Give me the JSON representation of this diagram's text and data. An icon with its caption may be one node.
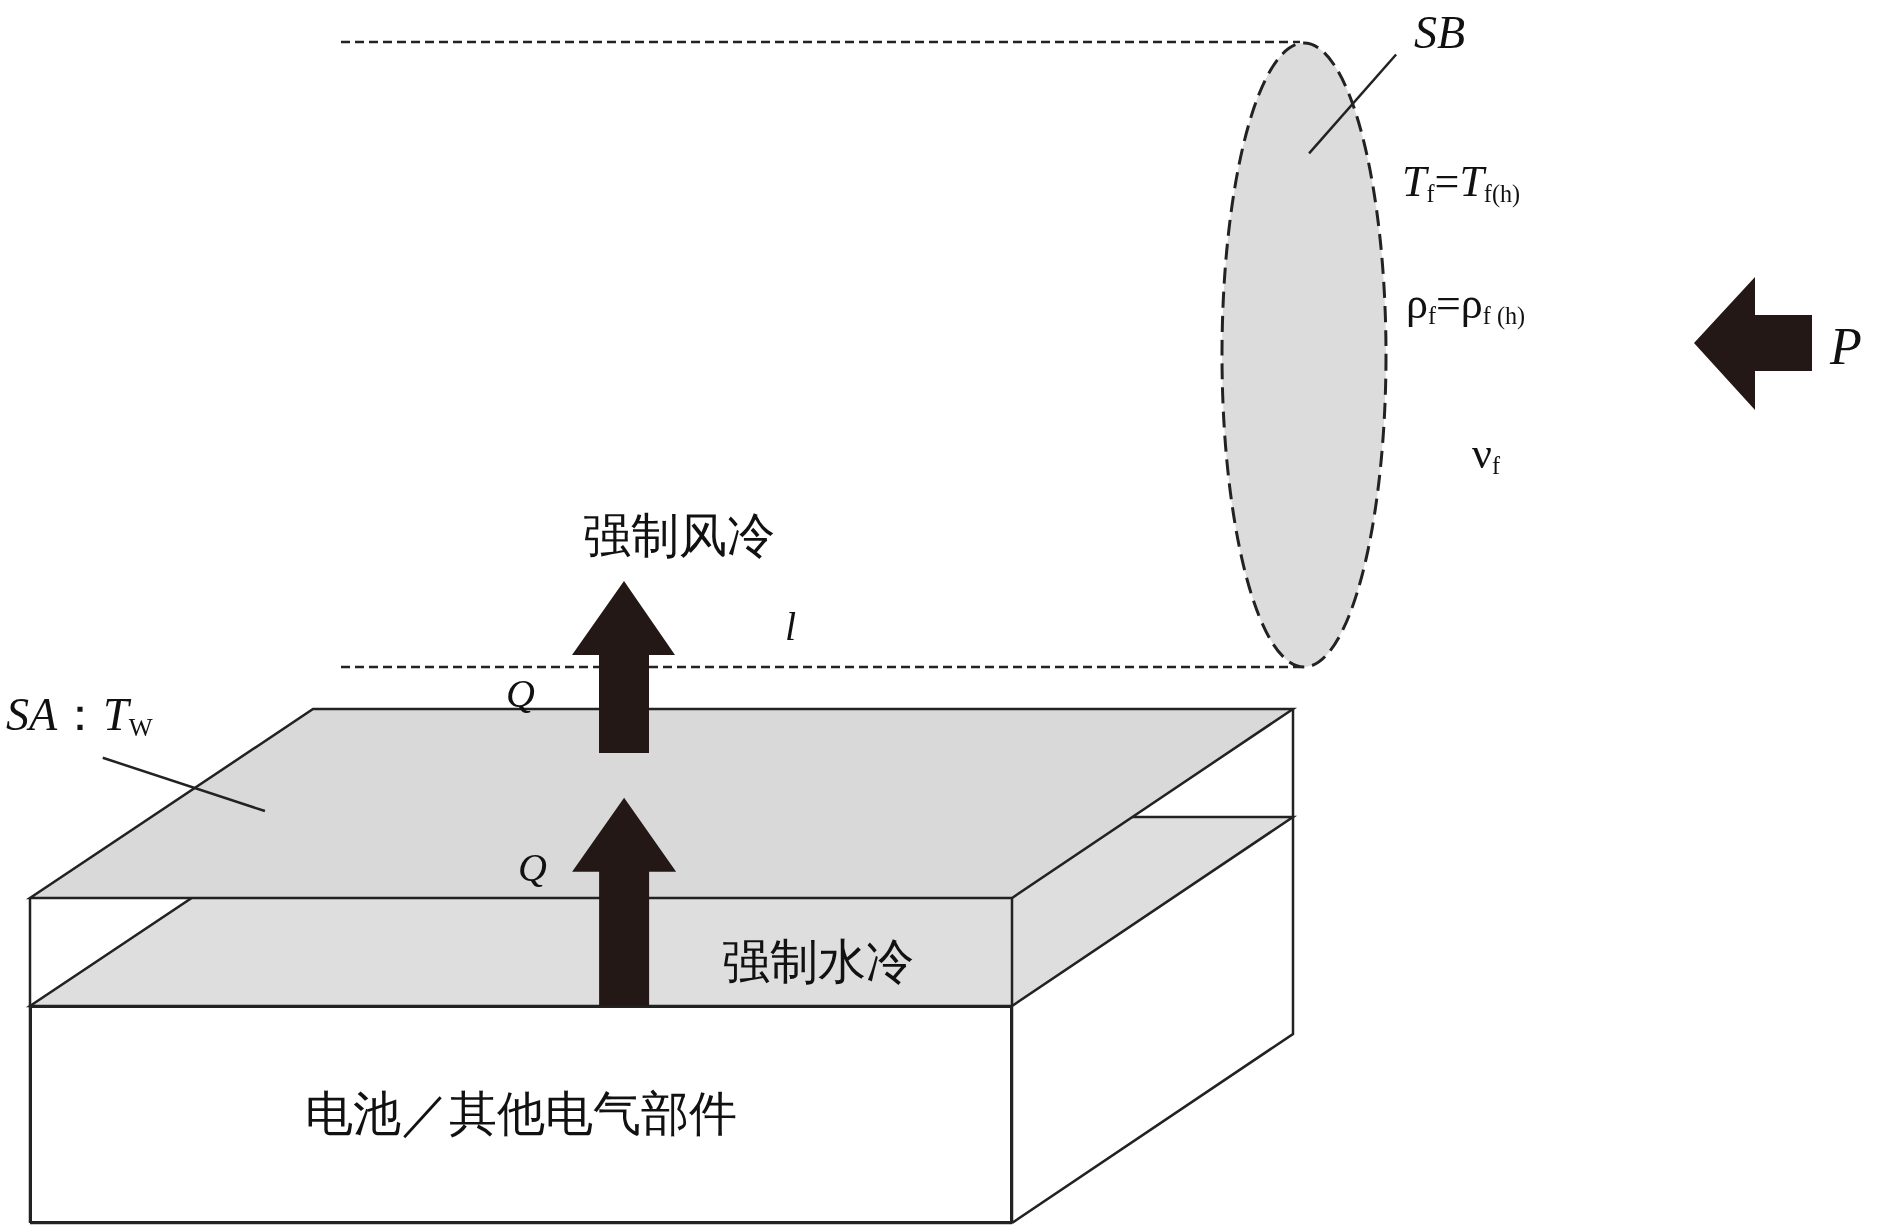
{
  "diagram": {
    "nodes": [
      {
        "text": [
          "SB"
        ]
      },
      {
        "text": [],
        "shape": "ellipse"
      },
      {
        "text": [
          "*SA*：*T*$_{W}$"
        ]
      },
      {
        "text": [],
        "shape": "plate"
      },
      {
        "text": [
          "电池／其他电气部件"
        ]
      }
    ],
    "edges": [
      {
        "from": 0,
        "to": 1,
        "arrow": "none"
      },
      {
        "from": 2,
        "to": 3,
        "arrow": "none"
      },
      {
        "from": 4,
        "to": 3,
        "arrow": "to",
        "style": "thick"
      }
    ],
    "labels": [
      "*T*$_{f}$=*T*$_{f(h)}$",
      "ρ$_{f}$=ρ$_{f (h)}$",
      "ν$_{f}$",
      "P",
      "强制风冷",
      "l",
      "Q",
      "Q",
      "强制水冷"
    ]
  }
}
